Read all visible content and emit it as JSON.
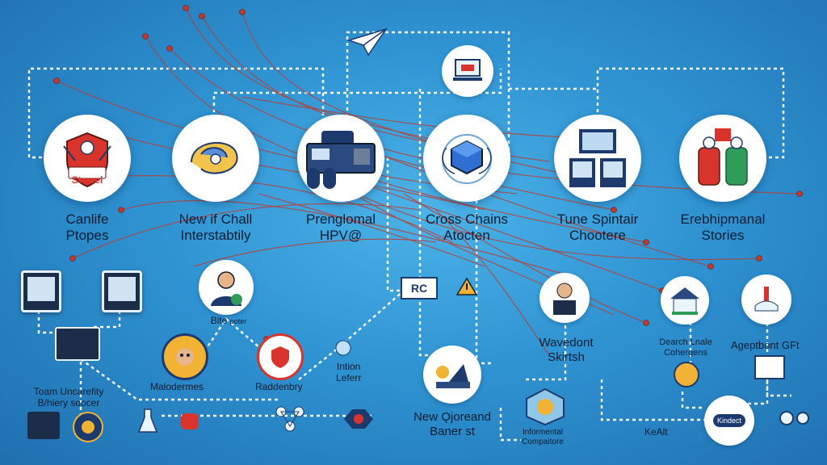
{
  "nodes": {
    "n1": {
      "badge": "Stowel",
      "label1": "Canlife",
      "label2": "Ptopes"
    },
    "n2": {
      "label1": "New if Chall",
      "label2": "Interstabtily"
    },
    "n3": {
      "label1": "Prenglomal",
      "label2": "HPV@"
    },
    "n4": {
      "label1": "Cross Chains",
      "label2": "Atocten"
    },
    "n5": {
      "label1": "Tune Spintair",
      "label2": "Chootere"
    },
    "n6": {
      "label1": "Erebhipmanal",
      "label2": "Stories"
    }
  },
  "lower": {
    "bite": "Bite",
    "bite_sub": "poter",
    "malodermes": "Malodermes",
    "raddenbry": "Raddenbry",
    "toam_1": "Toam Uncarefity",
    "toam_2": "B/hiery soocer",
    "intion_1": "Intion",
    "intion_2": "Leferr",
    "new_1": "New Ǫjoreand",
    "new_2": "Baner st",
    "waved_1": "Wavedont",
    "waved_2": "Skirtsh",
    "infor_1": "Informental",
    "infor_2": "Compaitore",
    "search_1": "Dearch Lnale",
    "search_2": "Cohergens",
    "agent": "Ageptbont GFt",
    "keall": "KeAlt",
    "pill": "Kindect",
    "mini_sign": "RC"
  },
  "colors": {
    "accent_red": "#d9342b",
    "accent_navy": "#1d3a6e",
    "wire": "#c0392b"
  }
}
